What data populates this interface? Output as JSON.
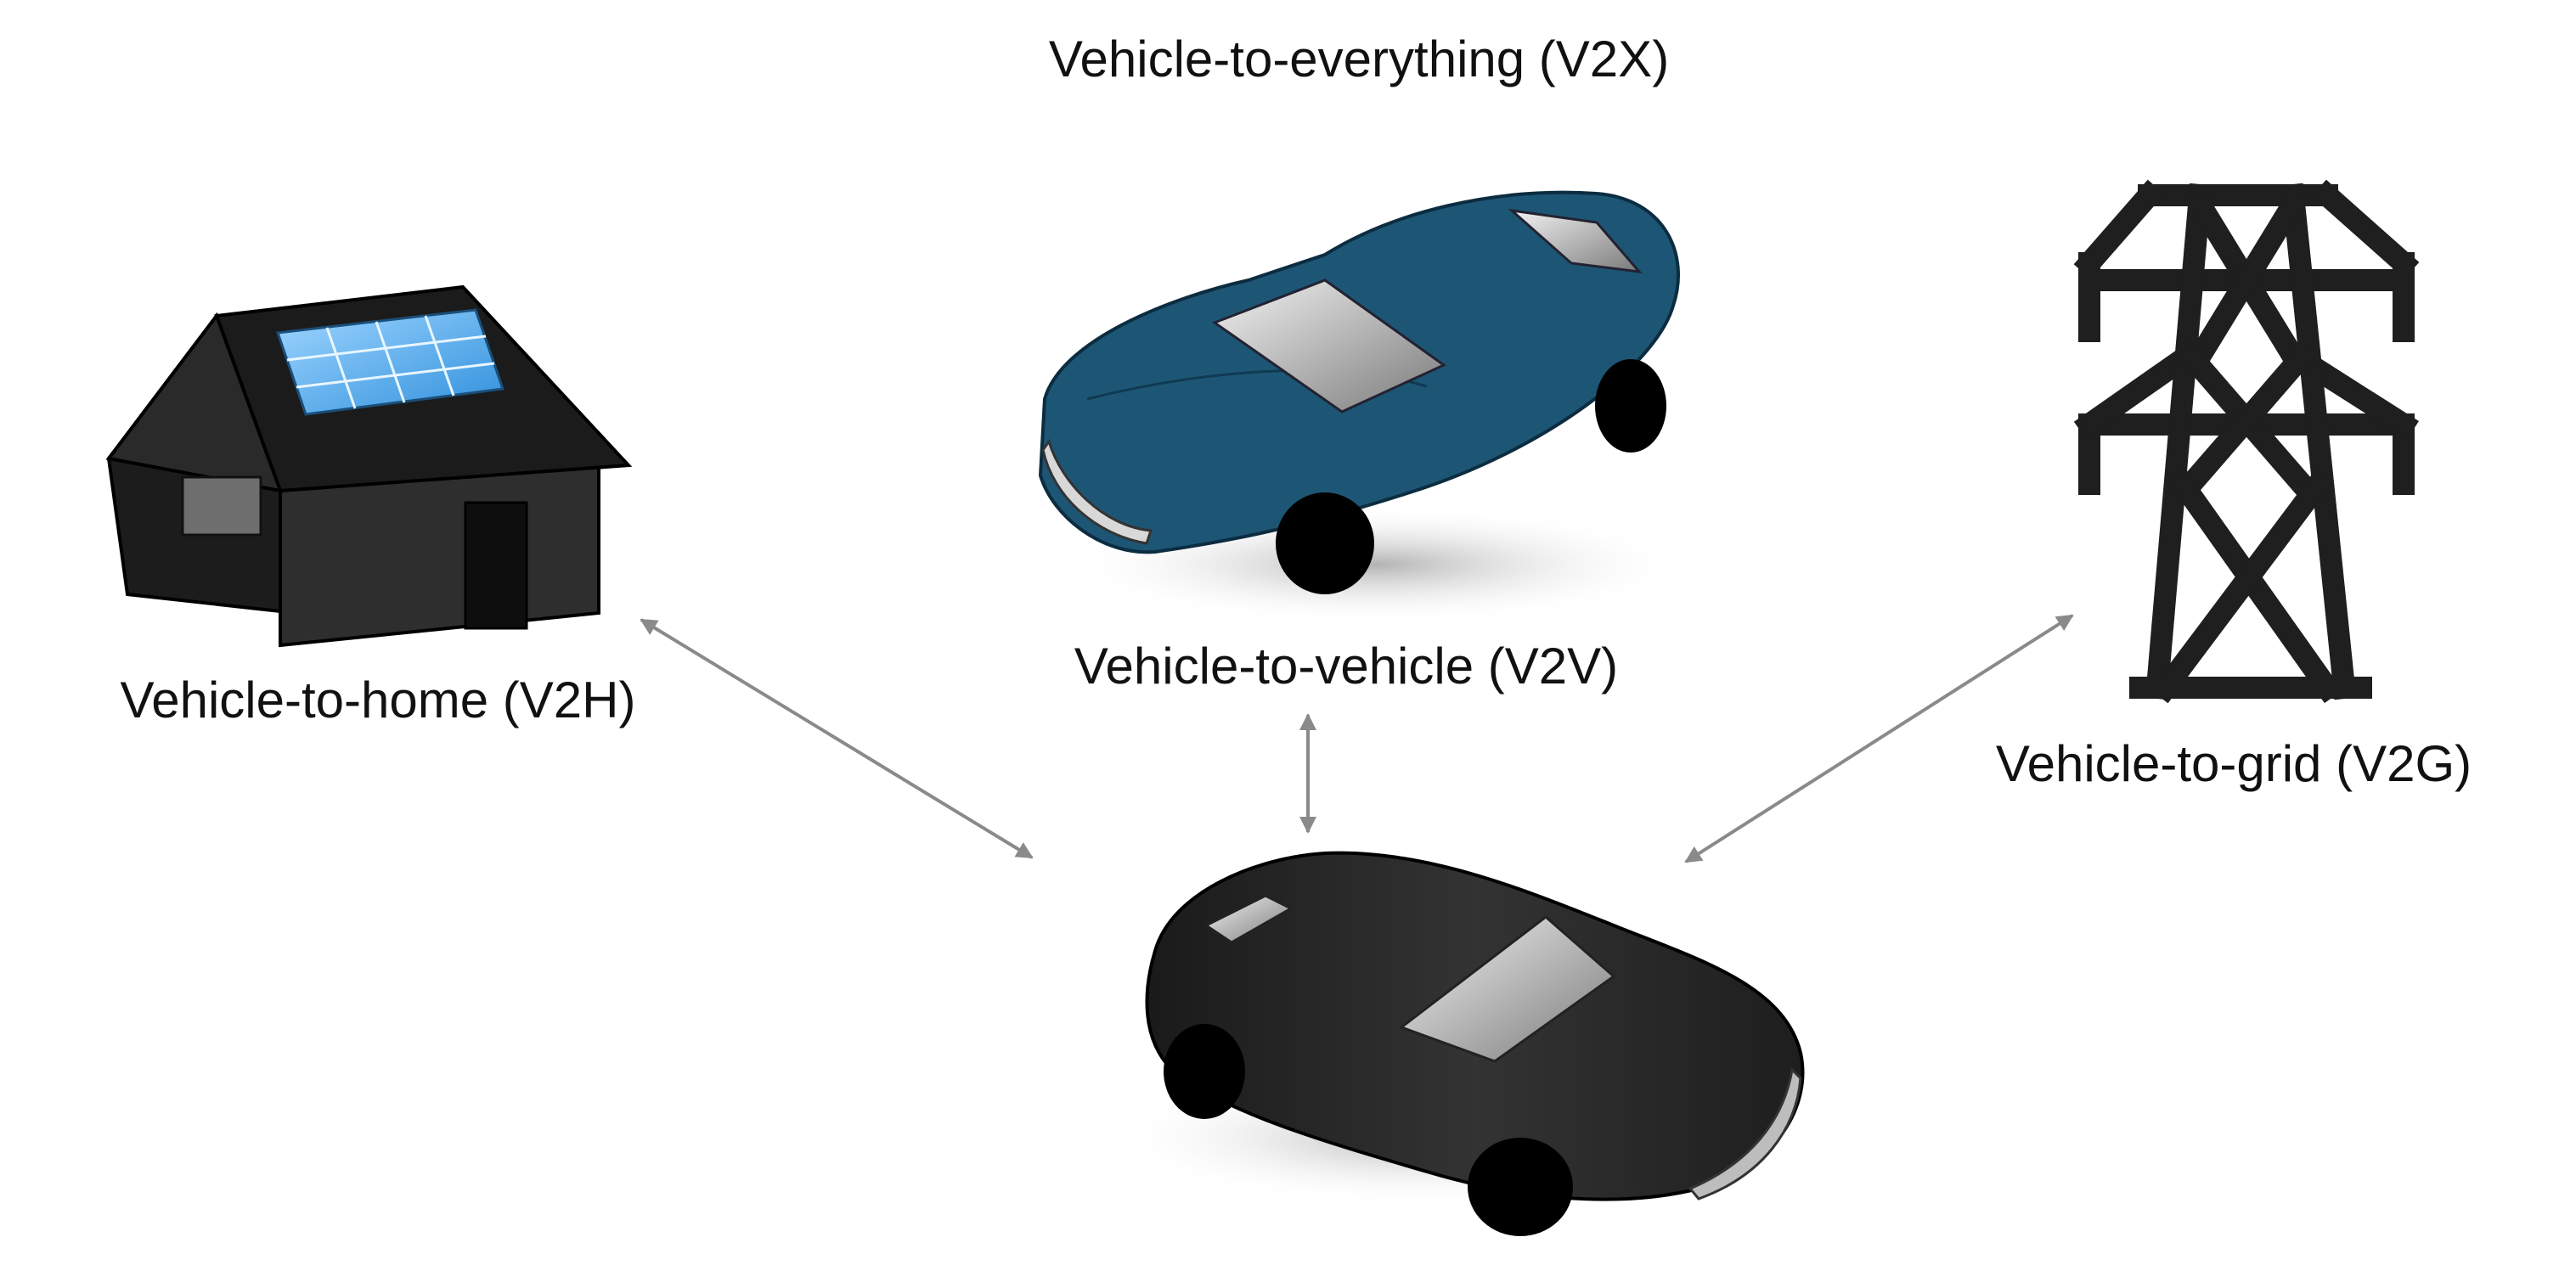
{
  "title": "Vehicle-to-everything (V2X)",
  "nodes": {
    "home": {
      "label": "Vehicle-to-home (V2H)",
      "icon": "house-solar-icon"
    },
    "vehicle": {
      "label": "Vehicle-to-vehicle (V2V)",
      "icon": "blue-car-icon"
    },
    "grid": {
      "label": "Vehicle-to-grid (V2G)",
      "icon": "power-pylon-icon"
    },
    "center": {
      "icon": "black-car-icon"
    }
  },
  "colors": {
    "blue_car": "#1d5675",
    "black_car": "#262626",
    "house": "#262626",
    "solar_panel": "#4aa6e8",
    "pylon": "#1f1f1f",
    "arrow": "#8a8a8a",
    "text": "#111111"
  }
}
